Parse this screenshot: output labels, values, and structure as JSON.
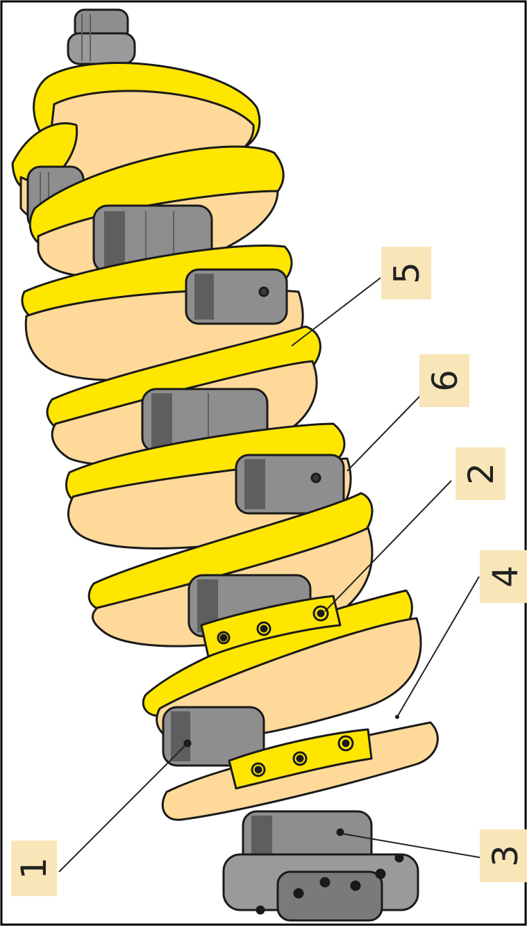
{
  "diagram": {
    "subject": "crankshaft",
    "colors": {
      "background": "#ffffff",
      "border": "#000000",
      "web_face": "#ffd99a",
      "web_rim": "#ffe600",
      "journal": "#8e8e8e",
      "journal_light": "#b7b7b7",
      "journal_dark": "#5e5e5e",
      "outline": "#1a1a1a",
      "label_box": "#f8e6b8",
      "label_text": "#222222"
    },
    "callouts": [
      {
        "id": "1",
        "text": "1",
        "target": "main-journal"
      },
      {
        "id": "2",
        "text": "2",
        "target": "oil-hole"
      },
      {
        "id": "3",
        "text": "3",
        "target": "rear-main-journal"
      },
      {
        "id": "4",
        "text": "4",
        "target": "counterweight"
      },
      {
        "id": "5",
        "text": "5",
        "target": "crank-web"
      },
      {
        "id": "6",
        "text": "6",
        "target": "crankpin"
      }
    ]
  }
}
